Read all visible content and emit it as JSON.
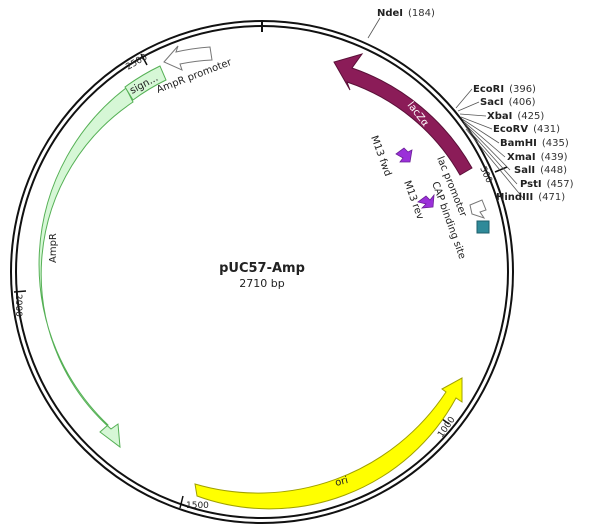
{
  "plasmid": {
    "name": "pUC57-Amp",
    "length_label": "2710 bp",
    "length": 2710
  },
  "ticks": [
    {
      "bp": 500,
      "label": "500"
    },
    {
      "bp": 1000,
      "label": "1000"
    },
    {
      "bp": 1500,
      "label": "1500"
    },
    {
      "bp": 2000,
      "label": "2000"
    },
    {
      "bp": 2500,
      "label": "2500"
    }
  ],
  "sites": [
    {
      "name": "NdeI",
      "pos": "(184)",
      "bp": 184
    },
    {
      "name": "EcoRI",
      "pos": "(396)",
      "bp": 396
    },
    {
      "name": "SacI",
      "pos": "(406)",
      "bp": 406
    },
    {
      "name": "XbaI",
      "pos": "(425)",
      "bp": 425
    },
    {
      "name": "EcoRV",
      "pos": "(431)",
      "bp": 431
    },
    {
      "name": "BamHI",
      "pos": "(435)",
      "bp": 435
    },
    {
      "name": "XmaI",
      "pos": "(439)",
      "bp": 439
    },
    {
      "name": "SalI",
      "pos": "(448)",
      "bp": 448
    },
    {
      "name": "PstI",
      "pos": "(457)",
      "bp": 457
    },
    {
      "name": "HindIII",
      "pos": "(471)",
      "bp": 471
    }
  ],
  "features": [
    {
      "label": "lacZα",
      "color": "#8b1c58"
    },
    {
      "label": "lac promoter",
      "color": "#ffffff"
    },
    {
      "label": "CAP binding site",
      "color": "#2f8a99"
    },
    {
      "label": "M13 fwd",
      "color": "#9b30d9"
    },
    {
      "label": "M13 rev",
      "color": "#9b30d9"
    },
    {
      "label": "AmpR",
      "color": "#d6f7d6"
    },
    {
      "label": "sign...",
      "color": "#d6f7d6"
    },
    {
      "label": "AmpR promoter",
      "color": "#ffffff"
    },
    {
      "label": "ori",
      "color": "#ffff00"
    }
  ]
}
